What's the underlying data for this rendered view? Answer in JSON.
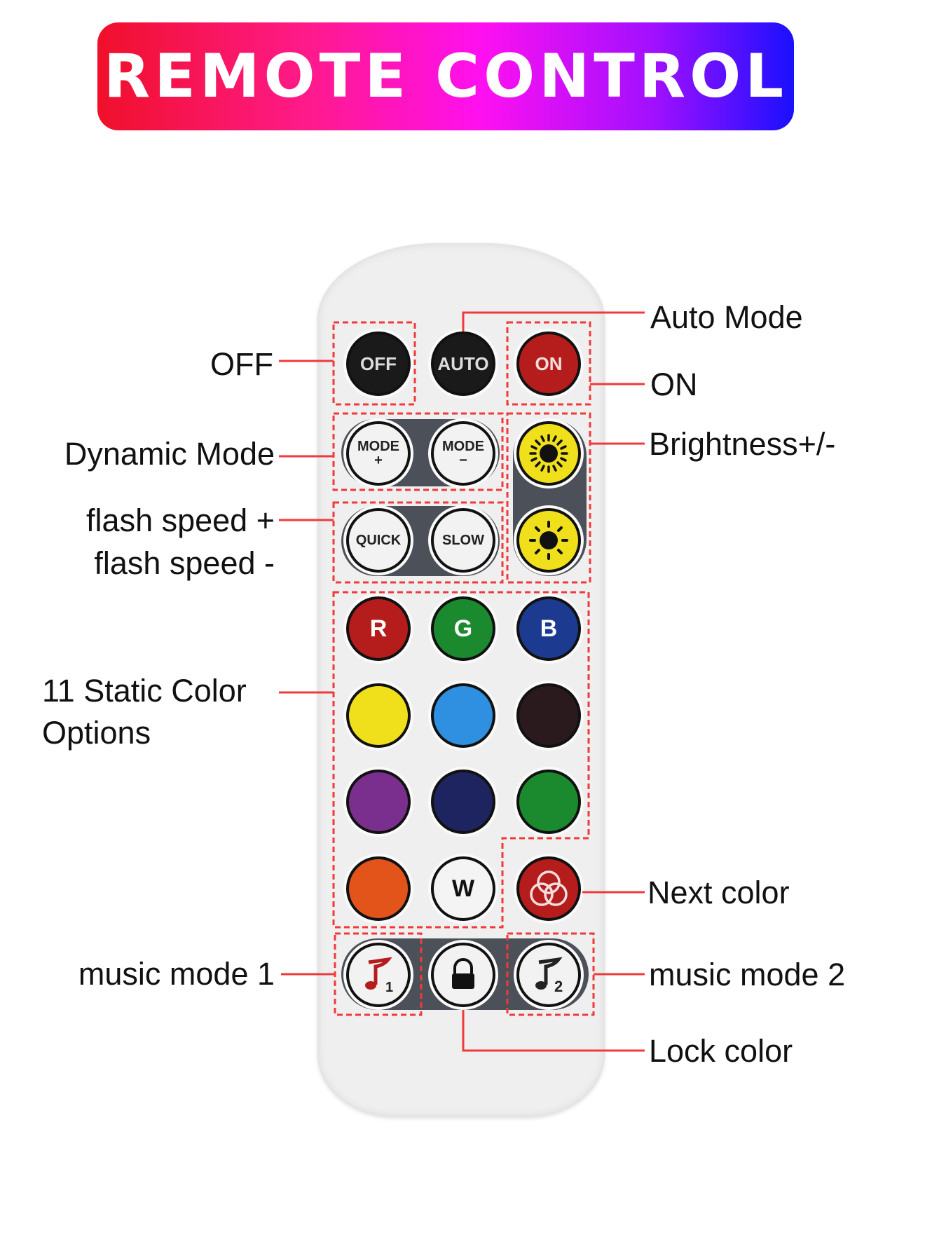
{
  "title": "REMOTE CONTROL",
  "buttons": {
    "off": "OFF",
    "auto": "AUTO",
    "on": "ON",
    "mode_plus": "MODE",
    "mode_plus_sign": "+",
    "mode_minus": "MODE",
    "mode_minus_sign": "−",
    "quick": "QUICK",
    "slow": "SLOW",
    "r": "R",
    "g": "G",
    "b": "B",
    "w": "W",
    "music1_num": "1",
    "music2_num": "2"
  },
  "static_colors": [
    "#b51c1c",
    "#1b8a2e",
    "#1c3a8f",
    "#f0e01c",
    "#2f8fe0",
    "#2a1a1e",
    "#7a2f8f",
    "#1e2460",
    "#1b8a2e",
    "#e2541a",
    "#f4f4f4"
  ],
  "labels": {
    "off": "OFF",
    "auto_mode": "Auto Mode",
    "on": "ON",
    "dynamic_mode": "Dynamic Mode",
    "brightness": "Brightness+/-",
    "flash_plus": "flash speed +",
    "flash_minus": "flash speed -",
    "static_line1": "11 Static Color",
    "static_line2": "Options",
    "next_color": "Next color",
    "music1": "music mode 1",
    "music2": "music mode 2",
    "lock_color": "Lock color"
  },
  "colors": {
    "annotation": "#f03a3a",
    "remote_body": "#efefef",
    "pill": "#4c5058"
  }
}
